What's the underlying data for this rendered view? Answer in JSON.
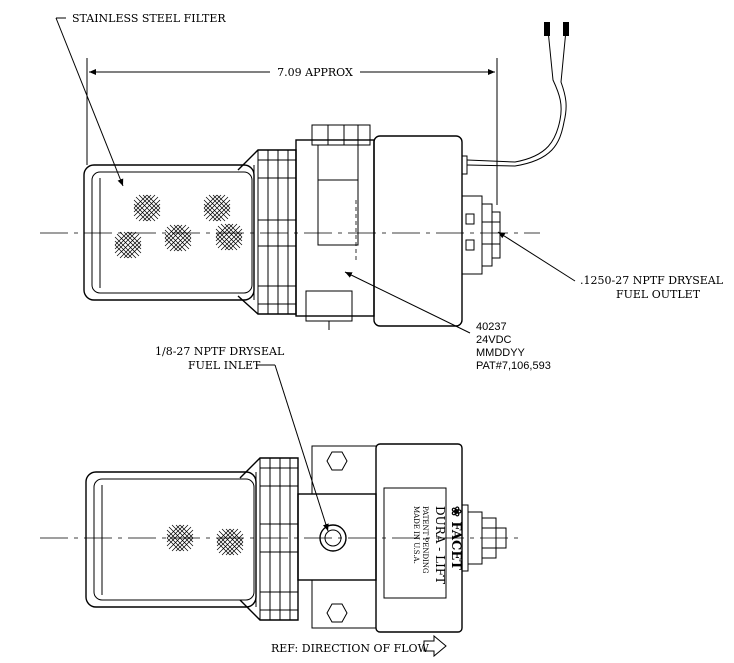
{
  "callouts": {
    "filter": "STAINLESS STEEL FILTER",
    "dimension": "7.09 APPROX",
    "outlet_line1": ".1250-27 NPTF DRYSEAL",
    "outlet_line2": "FUEL OUTLET",
    "inlet_line1": "1/8-27 NPTF DRYSEAL",
    "inlet_line2": "FUEL INLET",
    "flow": "REF: DIRECTION OF FLOW"
  },
  "nameplate": {
    "part_number": "40237",
    "voltage": "24VDC",
    "date_code": "MMDDYY",
    "patent": "PAT#7,106,593"
  },
  "label": {
    "logo": "❀ FACET",
    "brand": "DURA - LIFT",
    "pending": "PATENT PENDING",
    "made": "MADE IN U.S.A."
  }
}
